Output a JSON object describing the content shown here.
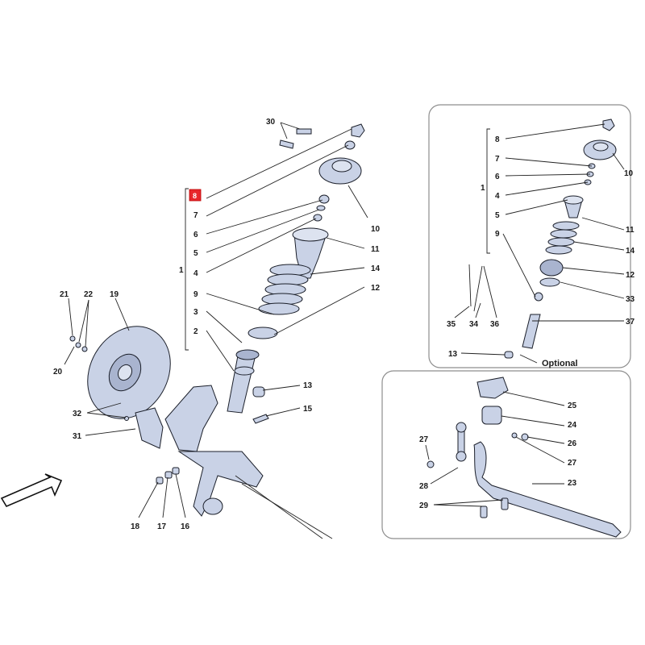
{
  "diagram": {
    "highlight_label": "8",
    "main_labels": {
      "l1": "1",
      "l2": "2",
      "l3": "3",
      "l4": "4",
      "l5": "5",
      "l6": "6",
      "l7": "7",
      "l9": "9",
      "l10": "10",
      "l11": "11",
      "l12": "12",
      "l13": "13",
      "l14": "14",
      "l15": "15",
      "l16": "16",
      "l17": "17",
      "l18": "18",
      "l19": "19",
      "l20": "20",
      "l21": "21",
      "l22": "22",
      "l30": "30",
      "l31": "31",
      "l32": "32"
    },
    "optional_panel": {
      "caption": "Optional",
      "labels": {
        "l1": "1",
        "l4": "4",
        "l5": "5",
        "l6": "6",
        "l7": "7",
        "l8": "8",
        "l9": "9",
        "l10": "10",
        "l11": "11",
        "l12": "12",
        "l13": "13",
        "l14": "14",
        "l33": "33",
        "l34": "34",
        "l35": "35",
        "l36": "36",
        "l37": "37"
      }
    },
    "stabilizer_panel": {
      "labels": {
        "l23": "23",
        "l24": "24",
        "l25": "25",
        "l26": "26",
        "l27a": "27",
        "l27b": "27",
        "l28": "28",
        "l29": "29"
      }
    },
    "colors": {
      "part_fill": "#c9d2e6",
      "highlight": "#e8262b",
      "line": "#222222"
    }
  }
}
